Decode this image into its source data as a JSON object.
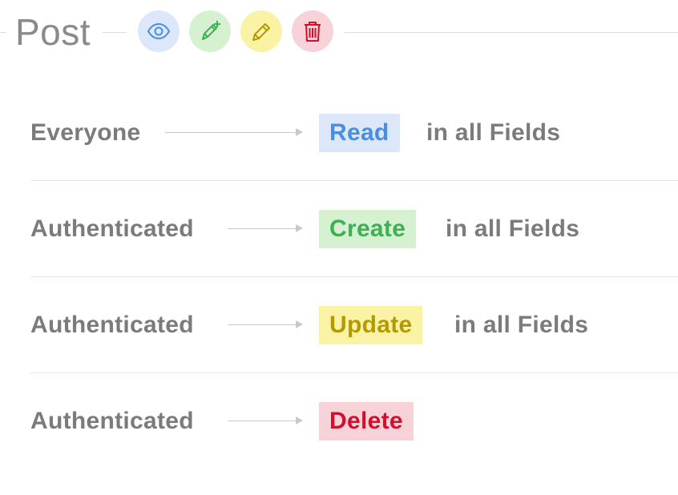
{
  "header": {
    "title": "Post",
    "actions": [
      {
        "name": "read",
        "icon": "eye-icon",
        "bg": "#dce8fa",
        "fg": "#4a8ee0"
      },
      {
        "name": "create",
        "icon": "pen-plus-icon",
        "bg": "#d5f1cf",
        "fg": "#3daf54"
      },
      {
        "name": "update",
        "icon": "pencil-icon",
        "bg": "#faf3a6",
        "fg": "#b49a00"
      },
      {
        "name": "delete",
        "icon": "trash-icon",
        "bg": "#f7d2d9",
        "fg": "#d30f2c"
      }
    ]
  },
  "permissions": [
    {
      "role": "Everyone",
      "operation": "Read",
      "scope": "in all Fields"
    },
    {
      "role": "Authenticated",
      "operation": "Create",
      "scope": "in all Fields"
    },
    {
      "role": "Authenticated",
      "operation": "Update",
      "scope": "in all Fields"
    },
    {
      "role": "Authenticated",
      "operation": "Delete",
      "scope": ""
    }
  ]
}
